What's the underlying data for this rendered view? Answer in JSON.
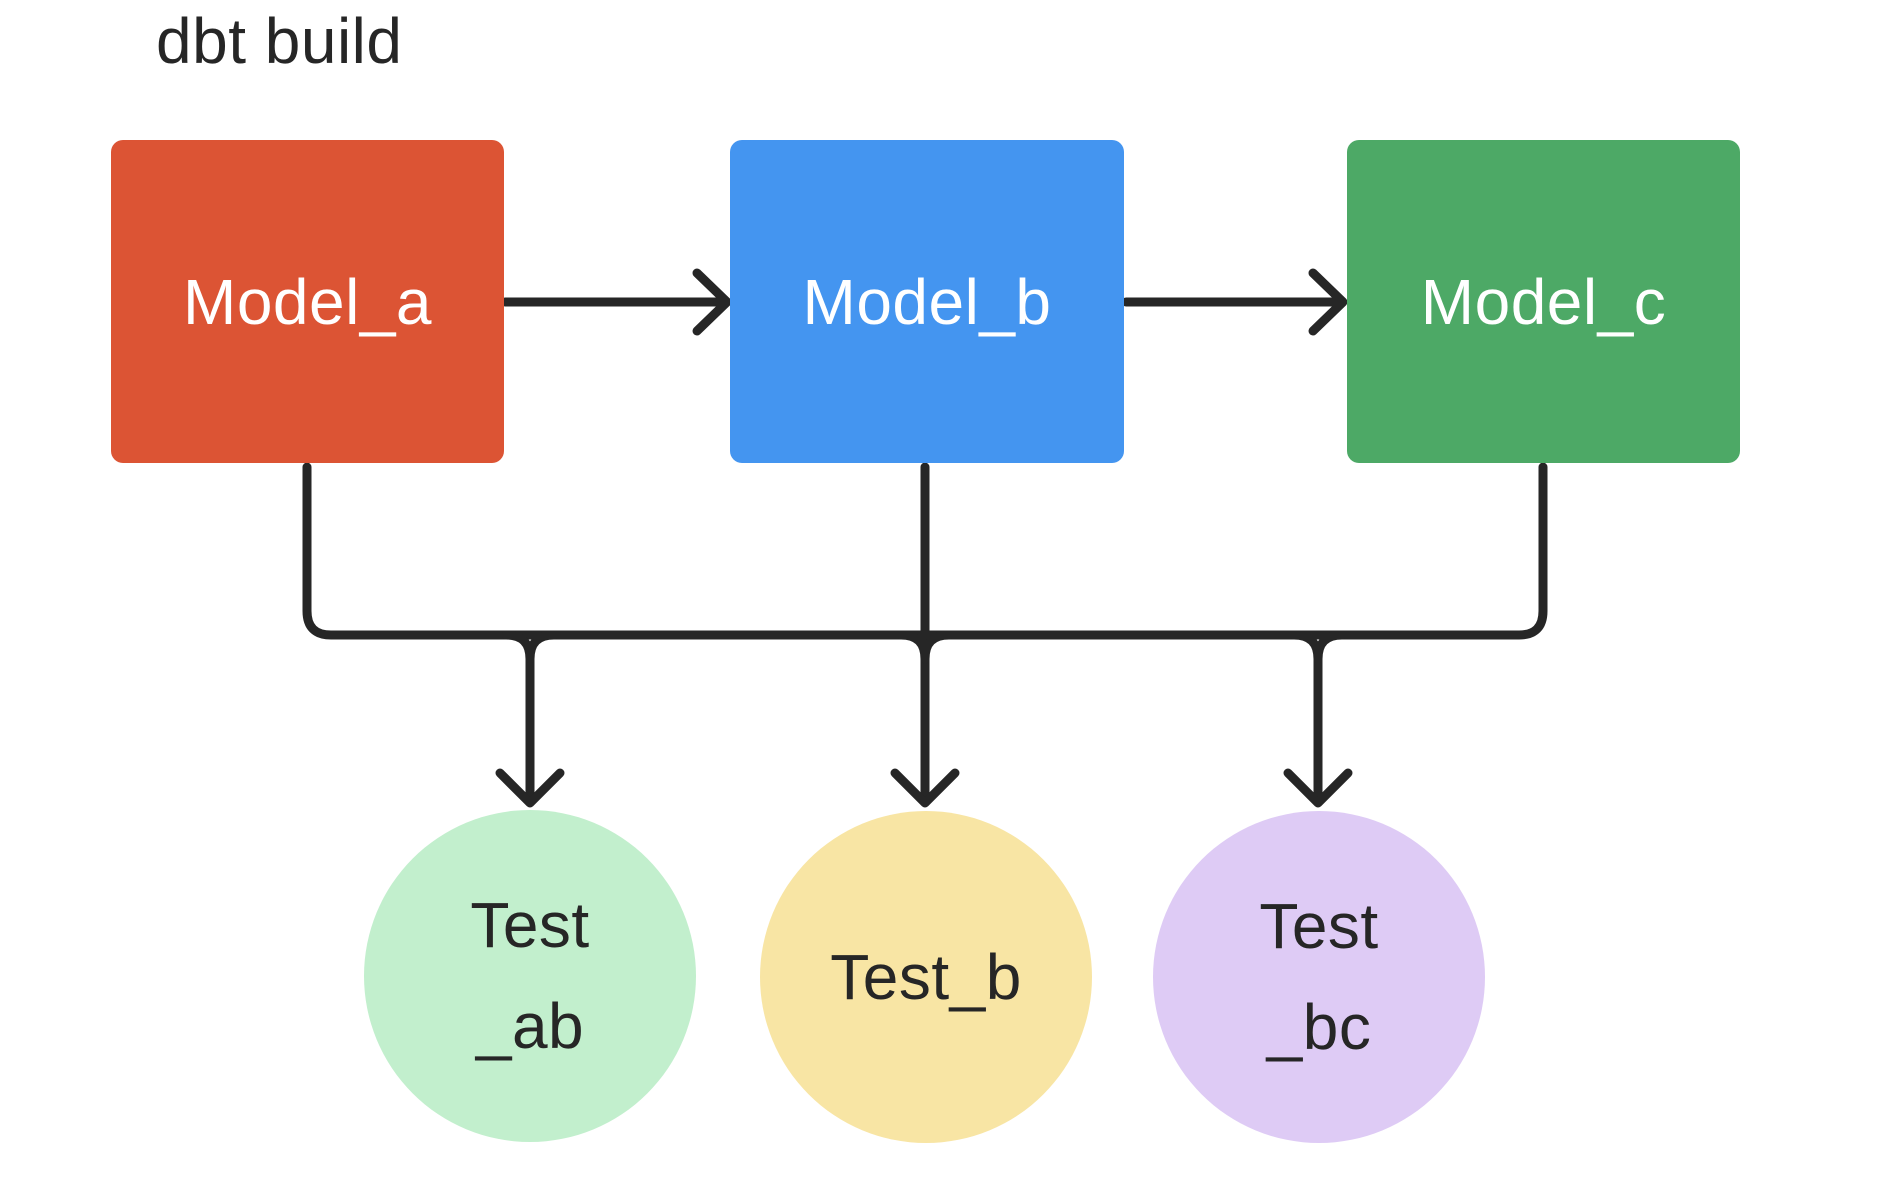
{
  "title": "dbt build",
  "colors": {
    "background": "#ffffff",
    "line": "#262626",
    "text_dark": "#262626",
    "text_light": "#ffffff"
  },
  "models": [
    {
      "id": "model_a",
      "label": "Model_a",
      "color": "#dc5434"
    },
    {
      "id": "model_b",
      "label": "Model_b",
      "color": "#4495f0"
    },
    {
      "id": "model_c",
      "label": "Model_c",
      "color": "#4da966"
    }
  ],
  "tests": [
    {
      "id": "test_ab",
      "lines": [
        "Test",
        "_ab"
      ],
      "label": "Test _ab",
      "color": "#c2efcd"
    },
    {
      "id": "test_b",
      "lines": [
        "Test_b"
      ],
      "label": "Test_b",
      "color": "#f8e5a4"
    },
    {
      "id": "test_bc",
      "lines": [
        "Test",
        "_bc"
      ],
      "label": "Test _bc",
      "color": "#decbf5"
    }
  ],
  "edges": [
    {
      "from": "Model_a",
      "to": "Model_b"
    },
    {
      "from": "Model_b",
      "to": "Model_c"
    },
    {
      "from": "Model_a",
      "to": "Test_ab"
    },
    {
      "from": "Model_b",
      "to": "Test_ab"
    },
    {
      "from": "Model_b",
      "to": "Test_b"
    },
    {
      "from": "Model_b",
      "to": "Test_bc"
    },
    {
      "from": "Model_c",
      "to": "Test_bc"
    }
  ]
}
